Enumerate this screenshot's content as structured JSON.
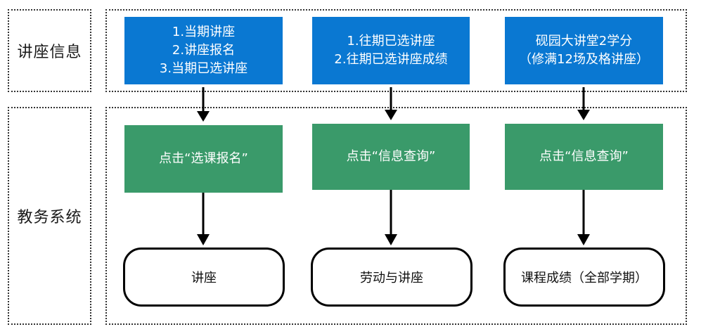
{
  "lanes": {
    "top_label": "讲座信息",
    "bottom_label": "教务系统"
  },
  "columns": [
    {
      "info_lines": [
        "1.当期讲座",
        "2.讲座报名",
        "3.当期已选讲座"
      ],
      "action": "点击“选课报名”",
      "result": "讲座"
    },
    {
      "info_lines": [
        "1.往期已选讲座",
        "2.往期已选讲座成绩"
      ],
      "action": "点击“信息查询”",
      "result": "劳动与讲座"
    },
    {
      "info_lines": [
        "砚园大讲堂2学分",
        "（修满12场及格讲座）"
      ],
      "action": "点击“信息查询”",
      "result": "课程成绩（全部学期）"
    }
  ],
  "colors": {
    "info_box": "#0a78d2",
    "action_box": "#3a9a6a",
    "border": "#333333"
  }
}
